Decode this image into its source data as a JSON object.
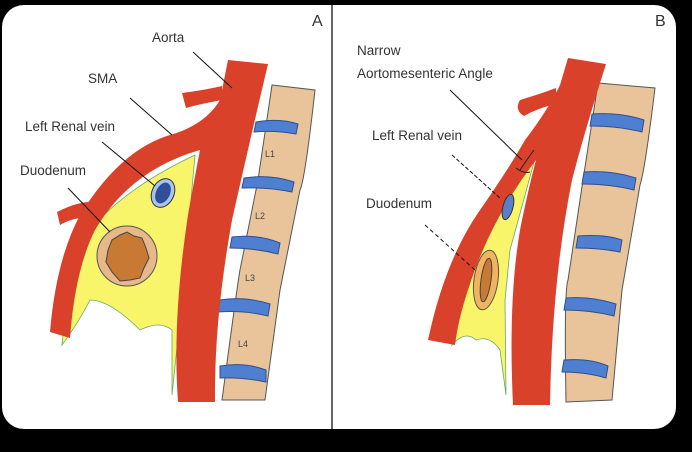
{
  "panel_a": {
    "letter": "A",
    "labels": {
      "aorta": "Aorta",
      "sma": "SMA",
      "left_renal_vein": "Left Renal vein",
      "duodenum": "Duodenum"
    },
    "vertebrae": [
      "L1",
      "L2",
      "L3",
      "L4"
    ]
  },
  "panel_b": {
    "letter": "B",
    "labels": {
      "narrow_line1": "Narrow",
      "narrow_line2": "Aortomesenteric Angle",
      "left_renal_vein": "Left Renal vein",
      "duodenum": "Duodenum"
    }
  },
  "colors": {
    "artery": "#d9412b",
    "fat": "#f8f56a",
    "vein": "#3a5fb0",
    "disc": "#4f7fd0",
    "bone": "#e9c49b",
    "duodenum": "#c87a35"
  }
}
